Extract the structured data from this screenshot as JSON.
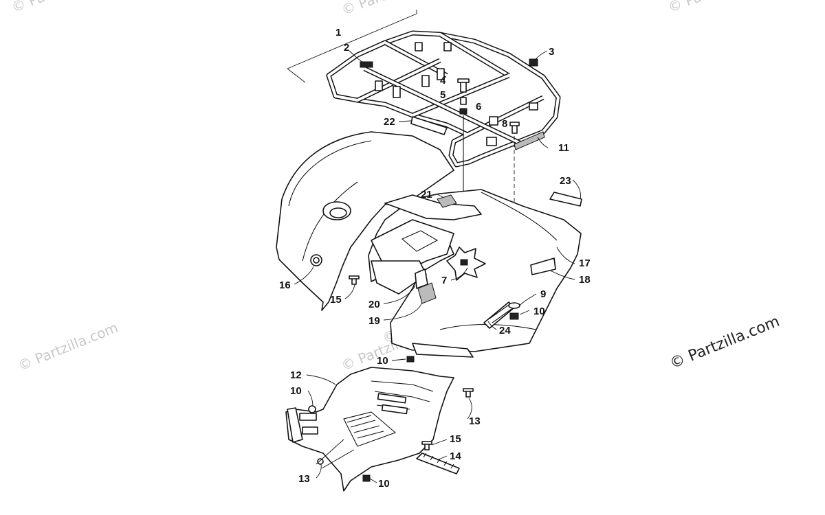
{
  "watermark": {
    "main_text": "© Partzilla.com",
    "faint_texts": [
      "© Partzilla.com",
      "© Partzilla.com",
      "© Partzilla.com",
      "© Partzilla.com",
      "© Partzilla.com",
      "© Partzilla.com"
    ]
  },
  "callouts": [
    {
      "id": "c1",
      "label": "1"
    },
    {
      "id": "c2",
      "label": "2"
    },
    {
      "id": "c3",
      "label": "3"
    },
    {
      "id": "c4",
      "label": "4"
    },
    {
      "id": "c5",
      "label": "5"
    },
    {
      "id": "c6",
      "label": "6"
    },
    {
      "id": "c8",
      "label": "8"
    },
    {
      "id": "c11",
      "label": "11"
    },
    {
      "id": "c22",
      "label": "22"
    },
    {
      "id": "c23",
      "label": "23"
    },
    {
      "id": "c21",
      "label": "21"
    },
    {
      "id": "c17",
      "label": "17"
    },
    {
      "id": "c18",
      "label": "18"
    },
    {
      "id": "c7",
      "label": "7"
    },
    {
      "id": "c16",
      "label": "16"
    },
    {
      "id": "c15a",
      "label": "15"
    },
    {
      "id": "c20",
      "label": "20"
    },
    {
      "id": "c19",
      "label": "19"
    },
    {
      "id": "c9",
      "label": "9"
    },
    {
      "id": "c10a",
      "label": "10"
    },
    {
      "id": "c24",
      "label": "24"
    },
    {
      "id": "c10b",
      "label": "10"
    },
    {
      "id": "c12",
      "label": "12"
    },
    {
      "id": "c10c",
      "label": "10"
    },
    {
      "id": "c13a",
      "label": "13"
    },
    {
      "id": "c15b",
      "label": "15"
    },
    {
      "id": "c14",
      "label": "14"
    },
    {
      "id": "c13b",
      "label": "13"
    },
    {
      "id": "c10d",
      "label": "10"
    }
  ]
}
